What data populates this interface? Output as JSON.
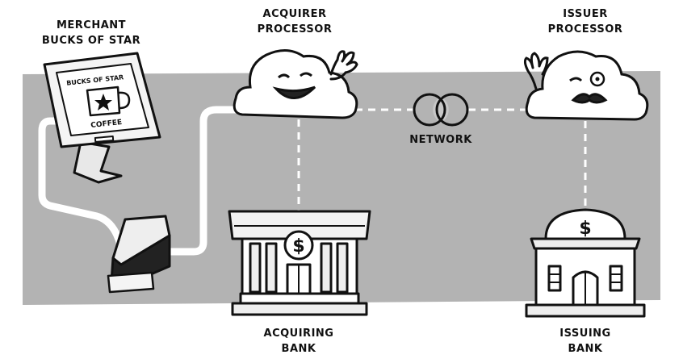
{
  "merchant": {
    "line1": "MERCHANT",
    "line2": "BUCKS OF STAR"
  },
  "acquirer_processor": {
    "line1": "ACQUIRER",
    "line2": "PROCESSOR"
  },
  "issuer_processor": {
    "line1": "ISSUER",
    "line2": "PROCESSOR"
  },
  "network": {
    "label": "NETWORK"
  },
  "acquiring_bank": {
    "line1": "ACQUIRING",
    "line2": "BANK"
  },
  "issuing_bank": {
    "line1": "ISSUING",
    "line2": "BANK"
  },
  "terminal_screen": {
    "brand_top": "BUCKS OF STAR",
    "brand_bottom": "COFFEE"
  },
  "bank_symbol": "$",
  "colors": {
    "panel": "#b3b3b3",
    "ink": "#111111",
    "link": "#ffffff",
    "card": "#f4f4f4"
  }
}
